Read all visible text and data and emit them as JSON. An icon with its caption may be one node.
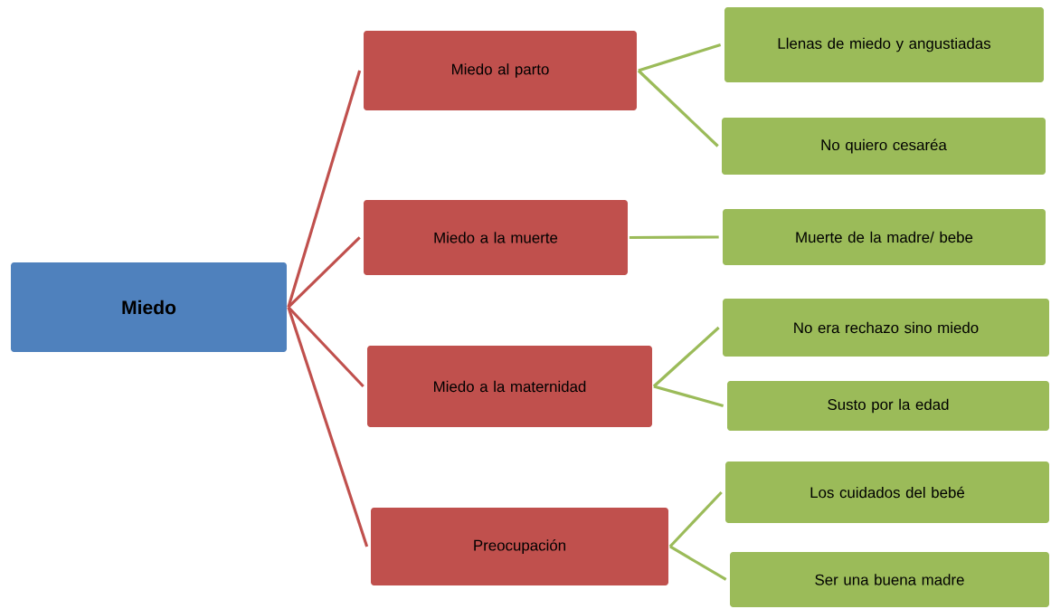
{
  "diagram": {
    "nodes": [
      {
        "text": [
          "Miedo"
        ]
      },
      {
        "text": [
          "Miedo al parto"
        ]
      },
      {
        "text": [
          "Llenas de miedo y angustiadas"
        ]
      },
      {
        "text": [
          "No quiero cesaréa"
        ]
      },
      {
        "text": [
          "Miedo a la muerte"
        ]
      },
      {
        "text": [
          "Muerte de la madre/ bebe"
        ]
      },
      {
        "text": [
          "Miedo a la maternidad"
        ]
      },
      {
        "text": [
          "No era rechazo sino miedo"
        ]
      },
      {
        "text": [
          "Susto por la edad"
        ]
      },
      {
        "text": [
          "Preocupación"
        ]
      },
      {
        "text": [
          "Los cuidados del bebé"
        ]
      },
      {
        "text": [
          "Ser una buena madre"
        ]
      }
    ],
    "edges": [
      {
        "from": 0,
        "to": 1,
        "arrow": "none",
        "color": "#c0504d"
      },
      {
        "from": 0,
        "to": 4,
        "arrow": "none",
        "color": "#c0504d"
      },
      {
        "from": 0,
        "to": 6,
        "arrow": "none",
        "color": "#c0504d"
      },
      {
        "from": 0,
        "to": 9,
        "arrow": "none",
        "color": "#c0504d"
      },
      {
        "from": 1,
        "to": 2,
        "arrow": "none"
      },
      {
        "from": 1,
        "to": 3,
        "arrow": "none"
      },
      {
        "from": 4,
        "to": 5,
        "arrow": "none"
      },
      {
        "from": 6,
        "to": 7,
        "arrow": "none"
      },
      {
        "from": 6,
        "to": 8,
        "arrow": "none"
      },
      {
        "from": 9,
        "to": 10,
        "arrow": "none"
      },
      {
        "from": 9,
        "to": 11,
        "arrow": "none"
      }
    ]
  }
}
